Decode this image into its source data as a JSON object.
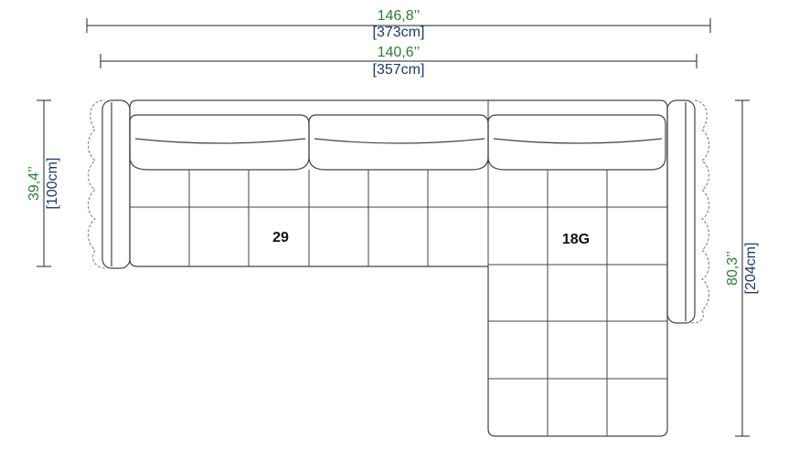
{
  "dimensions": {
    "overall_width": {
      "inches": "146,8’’",
      "cm": "[373cm]"
    },
    "inner_width": {
      "inches": "140,6’’",
      "cm": "[357cm]"
    },
    "depth": {
      "inches": "39,4’’",
      "cm": "[100cm]"
    },
    "chaise_depth": {
      "inches": "80,3’’",
      "cm": "[204cm]"
    }
  },
  "modules": {
    "sofa": "29",
    "chaise": "18G"
  },
  "colors": {
    "inches_text": "#2e7d32",
    "cm_text": "#1a3a6e",
    "outline": "#444444"
  }
}
